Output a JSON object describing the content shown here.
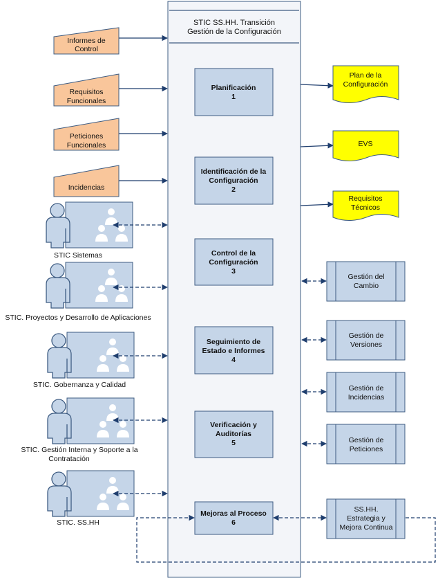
{
  "header": {
    "line1": "STIC SS.HH. Transición",
    "line2": "Gestión de la Configuración"
  },
  "inputs": [
    {
      "line1": "Informes de",
      "line2": "Control"
    },
    {
      "line1": "Requisitos",
      "line2": "Funcionales"
    },
    {
      "line1": "Peticiones",
      "line2": "Funcionales"
    },
    {
      "line1": "Incidencias",
      "line2": ""
    }
  ],
  "processes": [
    {
      "line1": "Planificación",
      "line2": "",
      "num": "1"
    },
    {
      "line1": "Identificación de la",
      "line2": "Configuración",
      "num": "2"
    },
    {
      "line1": "Control de la",
      "line2": "Configuración",
      "num": "3"
    },
    {
      "line1": "Seguimiento de",
      "line2": "Estado e Informes",
      "num": "4"
    },
    {
      "line1": "Verificación y",
      "line2": "Auditorías",
      "num": "5"
    },
    {
      "line1": "Mejoras al Proceso",
      "line2": "",
      "num": "6"
    }
  ],
  "outputs": [
    {
      "line1": "Plan de la",
      "line2": "Configuración"
    },
    {
      "line1": "EVS",
      "line2": ""
    },
    {
      "line1": "Requisitos",
      "line2": "Técnicos"
    }
  ],
  "related_processes": [
    {
      "line1": "Gestión del",
      "line2": "Cambio",
      "line3": ""
    },
    {
      "line1": "Gestión de",
      "line2": "Versiones",
      "line3": ""
    },
    {
      "line1": "Gestión de",
      "line2": "Incidencias",
      "line3": ""
    },
    {
      "line1": "Gestión de",
      "line2": "Peticiones",
      "line3": ""
    },
    {
      "line1": "SS.HH.",
      "line2": "Estrategia y",
      "line3": "Mejora Continua"
    }
  ],
  "actors": [
    {
      "line1": "STIC Sistemas",
      "line2": ""
    },
    {
      "line1": "STIC. Proyectos y Desarrollo de Aplicaciones",
      "line2": ""
    },
    {
      "line1": "STIC. Gobernanza y Calidad",
      "line2": ""
    },
    {
      "line1": "STIC. Gestión Interna y Soporte a la",
      "line2": "Contratación"
    },
    {
      "line1": "STIC. SS.HH",
      "line2": ""
    }
  ],
  "colors": {
    "input_fill": "#F9C69B",
    "output_fill": "#FFFF00",
    "box_fill": "#C5D5E8",
    "container_fill": "#F3F5F9",
    "border": "#3E5C82",
    "arrow": "#1F3E6E"
  }
}
